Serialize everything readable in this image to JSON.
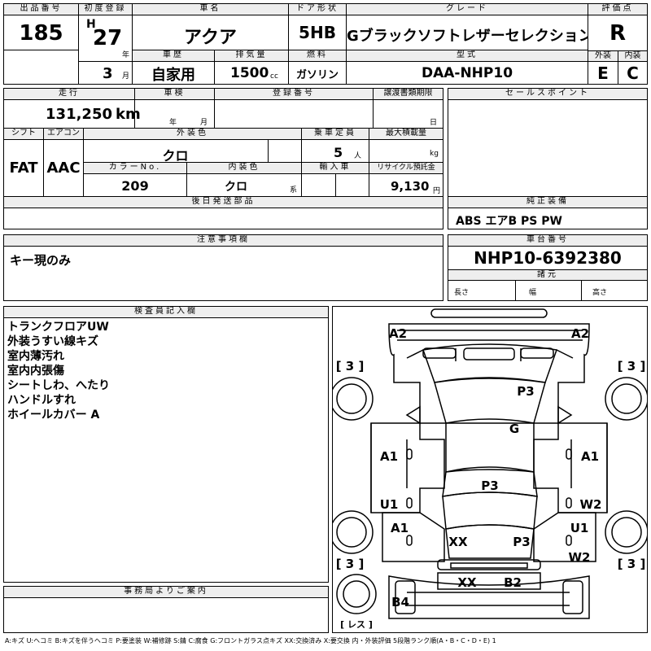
{
  "header": {
    "lot_label": "出品番号",
    "lot": "185",
    "reg_label": "初度登録",
    "era": "H",
    "year": "27",
    "year_unit": "年",
    "month": "3",
    "month_unit": "月",
    "name_label": "車名",
    "name": "アクア",
    "door_label": "ドア形状",
    "door": "5HB",
    "grade_label": "グレード",
    "grade": "Gブラックソフトレザーセレクション",
    "score_label": "評価点",
    "score": "R",
    "history_label": "車歴",
    "history": "自家用",
    "disp_label": "排気量",
    "disp": "1500",
    "disp_unit": "cc",
    "fuel_label": "燃料",
    "fuel": "ガソリン",
    "model_label": "型式",
    "model": "DAA-NHP10",
    "ext_label": "外装",
    "ext": "E",
    "int_label": "内装",
    "int": "C"
  },
  "info": {
    "mileage_label": "走行",
    "mileage": "131,250",
    "mileage_unit": "km",
    "inspect_label": "車検",
    "inspect_year": "年",
    "inspect_month": "月",
    "regno_label": "登録番号",
    "transfer_label": "譲渡書類期限",
    "transfer_day": "日",
    "shift_label": "シフト",
    "shift": "FAT",
    "ac_label": "エアコン",
    "ac": "AAC",
    "color_label": "外装色",
    "color": "クロ",
    "seats_label": "乗車定員",
    "seats": "5",
    "seats_unit": "人",
    "load_label": "最大積載量",
    "load_unit": "kg",
    "colorno_label": "カラーNo.",
    "colorno": "209",
    "intcolor_label": "内装色",
    "intcolor": "クロ",
    "intcolor_unit": "系",
    "import_label": "輸入車",
    "recycle_label": "リサイクル預託金",
    "recycle": "9,130",
    "recycle_unit": "円",
    "later_label": "後日発送部品"
  },
  "sales": {
    "label": "セールスポイント"
  },
  "equipment": {
    "label": "純正装備",
    "value": "ABS エアB PS PW"
  },
  "caution": {
    "label": "注意事項欄",
    "value": "キー現のみ"
  },
  "chassis": {
    "label": "車台番号",
    "value": "NHP10-6392380",
    "spec_label": "諸元",
    "len": "長さ",
    "width": "幅",
    "height": "高さ"
  },
  "inspector": {
    "label": "検査員記入欄",
    "notes": [
      "トランクフロアUW",
      "外装うすい線キズ",
      "室内薄汚れ",
      "室内内張傷",
      "シートしわ、へたり",
      "ハンドルすれ",
      "ホイールカバー A"
    ]
  },
  "office": {
    "label": "事務局よりご案内"
  },
  "diagram": {
    "marks": {
      "a2_left": "A2",
      "a2_right": "A2",
      "tire_tl": "[ 3 ]",
      "tire_tr": "[ 3 ]",
      "p3_top": "P3",
      "g": "G",
      "a1_l": "A1",
      "a1_r": "A1",
      "p3_mid": "P3",
      "u1_l": "U1",
      "w2_r": "W2",
      "a1_l2": "A1",
      "u1_r": "U1",
      "xx_1": "XX",
      "p3_low": "P3",
      "w2_r2": "W2",
      "tire_bl": "[ 3 ]",
      "tire_br": "[ 3 ]",
      "xx_2": "XX",
      "b2": "B2",
      "b4": "B4",
      "spare": "[ レス ]"
    }
  },
  "legend": "A:キズ U:ヘコミ B:キズを伴うヘコミ P:要塗装 W:補修跡 S:錆 C:腐食 G:フロントガラス点キズ XX:交換済み X:要交換 内・外装評価 5段階ランク順(A・B・C・D・E) 1"
}
